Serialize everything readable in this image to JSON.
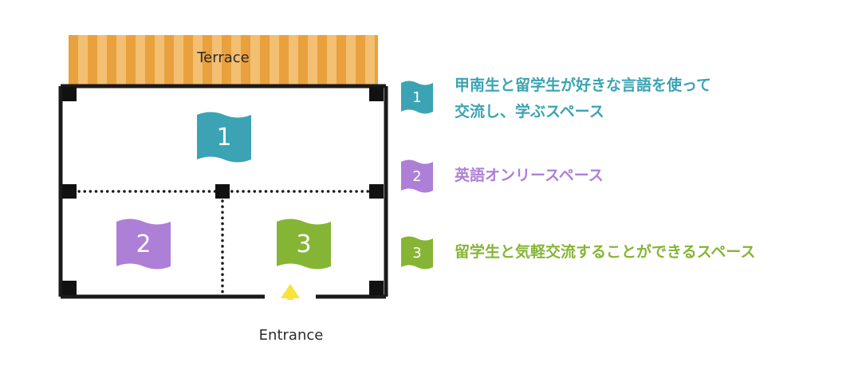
{
  "labels": {
    "terrace": "Terrace",
    "entrance": "Entrance"
  },
  "areas": [
    {
      "number": "1",
      "color": "#3ba3b3",
      "description_lines": [
        "甲南生と留学生が好きな言語を使って",
        "交流し、学ぶスペース"
      ]
    },
    {
      "number": "2",
      "color": "#ae7fd6",
      "description_lines": [
        "英語オンリースペース"
      ]
    },
    {
      "number": "3",
      "color": "#86b536",
      "description_lines": [
        "留学生と気軽交流することができるスペース"
      ]
    }
  ],
  "colors": {
    "terrace_dark": "#e9a13d",
    "terrace_light": "#f2bf73",
    "wall": "#1a1a1a",
    "entrance_arrow": "#f9e23a",
    "text": "#2b2b2b"
  }
}
